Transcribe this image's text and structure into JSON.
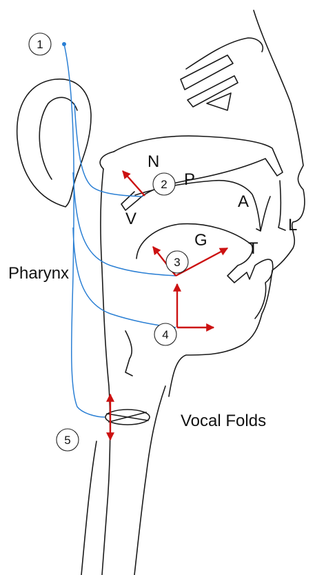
{
  "labels": {
    "pharynx": "Pharynx",
    "vocal_folds": "Vocal Folds",
    "nasal": "N",
    "palate": "P",
    "velum": "V",
    "alveolar": "A",
    "lips": "L",
    "tongue_tip": "T",
    "glottal": "G"
  },
  "markers": [
    "1",
    "2",
    "3",
    "4",
    "5"
  ],
  "colors": {
    "outline": "#1a1a1a",
    "nerve": "#2a7fd4",
    "arrow": "#cc1111"
  },
  "icons": {
    "arrow": "arrow-icon",
    "marker": "circle-marker"
  }
}
